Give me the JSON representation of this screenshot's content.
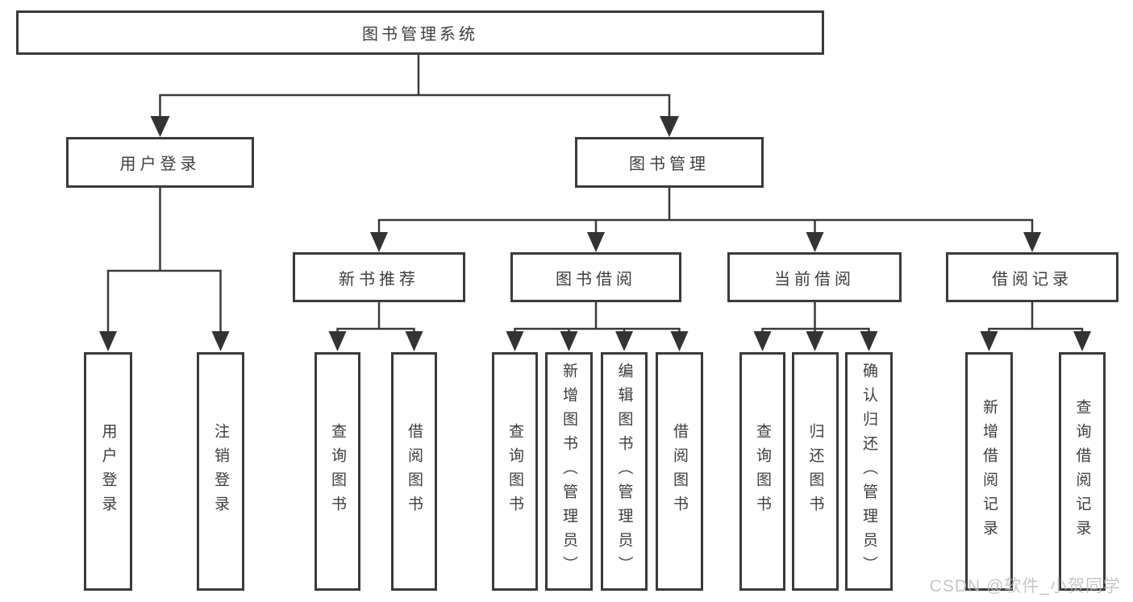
{
  "tree": {
    "label": "图书管理系统",
    "children": [
      {
        "label": "用户登录",
        "children": [
          {
            "label": "用户登录"
          },
          {
            "label": "注销登录"
          }
        ]
      },
      {
        "label": "图书管理",
        "children": [
          {
            "label": "新书推荐",
            "children": [
              {
                "label": "查询图书"
              },
              {
                "label": "借阅图书"
              }
            ]
          },
          {
            "label": "图书借阅",
            "children": [
              {
                "label": "查询图书"
              },
              {
                "label": "新增图书（管理员）"
              },
              {
                "label": "编辑图书（管理员）"
              },
              {
                "label": "借阅图书"
              }
            ]
          },
          {
            "label": "当前借阅",
            "children": [
              {
                "label": "查询图书"
              },
              {
                "label": "归还图书"
              },
              {
                "label": "确认归还（管理员）"
              }
            ]
          },
          {
            "label": "借阅记录",
            "children": [
              {
                "label": "新增借阅记录"
              },
              {
                "label": "查询借阅记录"
              }
            ]
          }
        ]
      }
    ]
  },
  "watermark": {
    "text": "CSDN @软件_小贺同学"
  },
  "colors": {
    "background": "#ffffff",
    "box_border": "#3a3a3a",
    "connector_line": "#3a3a3a",
    "arrowhead": "#333333",
    "text": "#3d3d3d",
    "watermark": "#bdbdbd"
  }
}
